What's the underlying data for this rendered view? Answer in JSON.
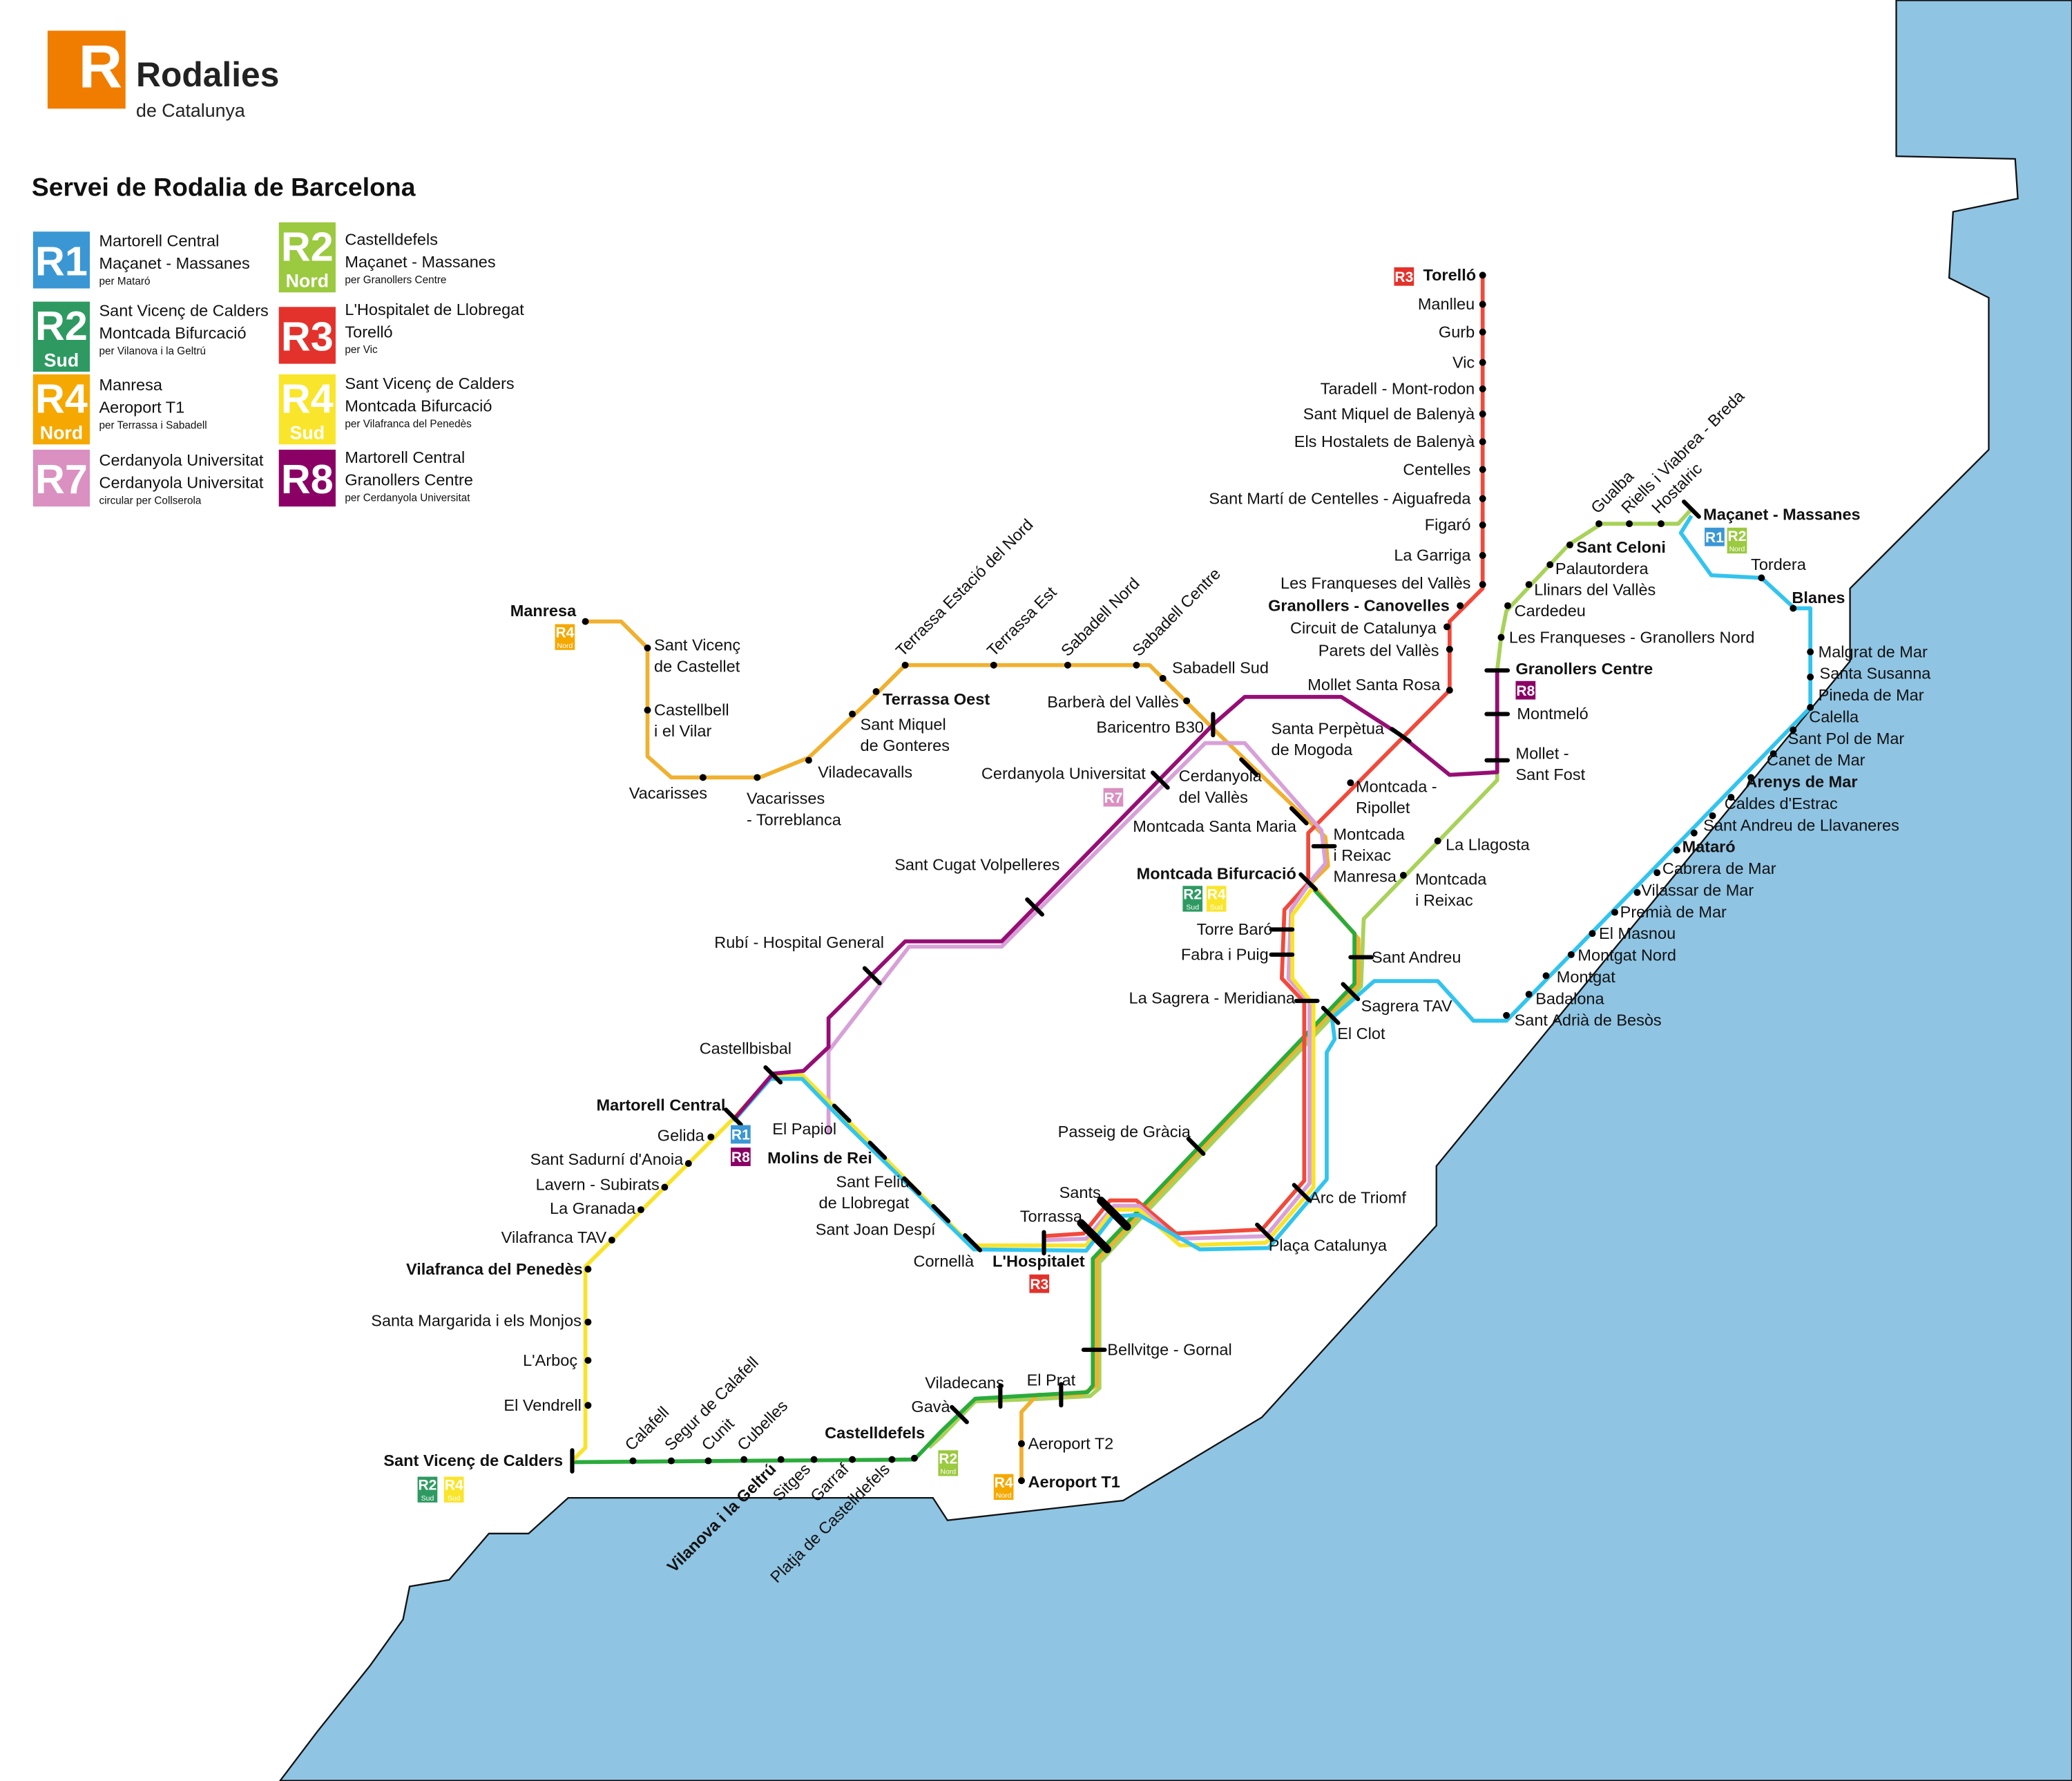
{
  "brand": {
    "logo_letter": "R",
    "name": "Rodalies",
    "sub": "de Catalunya",
    "color": "#f07d00"
  },
  "title": "Servei de Rodalia de Barcelona",
  "legend": [
    {
      "code": "R1",
      "sub": "",
      "color": "#3a97d4",
      "lines": [
        "Martorell Central",
        "Maçanet - Massanes"
      ],
      "via": "per Mataró"
    },
    {
      "code": "R2",
      "sub": "Sud",
      "color": "#2e9a62",
      "lines": [
        "Sant Vicenç de Calders",
        "Montcada Bifurcació"
      ],
      "via": "per Vilanova i la Geltrú"
    },
    {
      "code": "R4",
      "sub": "Nord",
      "color": "#f5a800",
      "lines": [
        "Manresa",
        "Aeroport T1"
      ],
      "via": "per Terrassa i Sabadell"
    },
    {
      "code": "R7",
      "sub": "",
      "color": "#da90c0",
      "lines": [
        "Cerdanyola Universitat",
        "Cerdanyola Universitat"
      ],
      "via": "circular per Collserola"
    },
    {
      "code": "R2",
      "sub": "Nord",
      "color": "#9bc93f",
      "lines": [
        "Castelldefels",
        "Maçanet - Massanes"
      ],
      "via": "per Granollers Centre"
    },
    {
      "code": "R3",
      "sub": "",
      "color": "#e3322b",
      "lines": [
        "L'Hospitalet de Llobregat",
        "Torelló"
      ],
      "via": "per Vic"
    },
    {
      "code": "R4",
      "sub": "Sud",
      "color": "#f9e52b",
      "lines": [
        "Sant Vicenç de Calders",
        "Montcada Bifurcació"
      ],
      "via": "per Vilafranca del Penedès"
    },
    {
      "code": "R8",
      "sub": "",
      "color": "#8b0065",
      "lines": [
        "Martorell Central",
        "Granollers Centre"
      ],
      "via": "per Cerdanyola Universitat"
    }
  ],
  "line_colors": {
    "R1": "#33c4ee",
    "R2S": "#2bab3c",
    "R2N": "#a8d25a",
    "R3": "#f04a3c",
    "R4N": "#f0b030",
    "R4S": "#f8e32c",
    "R7": "#d8a0d8",
    "R8": "#960e74",
    "sea": "#8fc4e3"
  },
  "badges": [
    {
      "code": "R3",
      "sub": "",
      "color": "#e3322b"
    },
    {
      "code": "R4",
      "sub": "Nord",
      "color": "#f5a800"
    },
    {
      "code": "R2",
      "sub": "Sud",
      "color": "#2e9a62"
    },
    {
      "code": "R4",
      "sub": "Sud",
      "color": "#f9e52b"
    },
    {
      "code": "R3",
      "sub": "",
      "color": "#e3322b"
    },
    {
      "code": "R4",
      "sub": "Nord",
      "color": "#f5a800"
    },
    {
      "code": "R1",
      "sub": "",
      "color": "#3a97d4"
    },
    {
      "code": "R8",
      "sub": "",
      "color": "#8b0065"
    },
    {
      "code": "R2",
      "sub": "Sud",
      "color": "#2e9a62"
    },
    {
      "code": "R4",
      "sub": "Sud",
      "color": "#f9e52b"
    },
    {
      "code": "R2",
      "sub": "Nord",
      "color": "#9bc93f"
    },
    {
      "code": "R7",
      "sub": "",
      "color": "#da90c0"
    },
    {
      "code": "R8",
      "sub": "",
      "color": "#8b0065"
    },
    {
      "code": "R1",
      "sub": "",
      "color": "#3a97d4"
    },
    {
      "code": "R2",
      "sub": "Nord",
      "color": "#9bc93f"
    }
  ],
  "stations": [
    {
      "label_lines": [
        "Torelló"
      ]
    },
    {
      "label_lines": [
        "Manlleu"
      ]
    },
    {
      "label_lines": [
        "Gurb"
      ]
    },
    {
      "label_lines": [
        "Vic"
      ]
    },
    {
      "label_lines": [
        "Taradell - Mont-rodon"
      ]
    },
    {
      "label_lines": [
        "Sant Miquel de Balenyà"
      ]
    },
    {
      "label_lines": [
        "Els Hostalets de Balenyà"
      ]
    },
    {
      "label_lines": [
        "Centelles"
      ]
    },
    {
      "label_lines": [
        "Sant Martí de Centelles - Aiguafreda"
      ]
    },
    {
      "label_lines": [
        "Figaró"
      ]
    },
    {
      "label_lines": [
        "La Garriga"
      ]
    },
    {
      "label_lines": [
        "Les Franqueses del Vallès"
      ]
    },
    {
      "label_lines": [
        "Granollers - Canovelles"
      ]
    },
    {
      "label_lines": [
        "Circuit de Catalunya"
      ]
    },
    {
      "label_lines": [
        "Parets del Vallès"
      ]
    },
    {
      "label_lines": [
        "Mollet Santa Rosa"
      ]
    },
    {
      "label_lines": [
        "Santa Perpètua",
        "de Mogoda"
      ]
    },
    {
      "label_lines": [
        "Montcada -",
        "Ripollet"
      ]
    },
    {
      "label_lines": [
        "Montcada",
        "i Reixac",
        "Manresa"
      ]
    },
    {
      "label_lines": [
        "Montcada Bifurcació"
      ]
    },
    {
      "label_lines": [
        "Torre Baró"
      ]
    },
    {
      "label_lines": [
        "Fabra i Puig"
      ]
    },
    {
      "label_lines": [
        "La Sagrera - Meridiana"
      ]
    },
    {
      "label_lines": [
        "Arc de Triomf"
      ]
    },
    {
      "label_lines": [
        "Plaça Catalunya"
      ]
    },
    {
      "label_lines": [
        "Sants"
      ]
    },
    {
      "label_lines": [
        "Torrassa"
      ]
    },
    {
      "label_lines": [
        "L'Hospitalet"
      ]
    },
    {
      "label_lines": [
        "Manresa"
      ]
    },
    {
      "label_lines": [
        "Sant Vicenç",
        "de Castellet"
      ]
    },
    {
      "label_lines": [
        "Castellbell",
        "i el Vilar"
      ]
    },
    {
      "label_lines": [
        "Vacarisses"
      ]
    },
    {
      "label_lines": [
        "Vacarisses",
        "- Torreblanca"
      ]
    },
    {
      "label_lines": [
        "Viladecavalls"
      ]
    },
    {
      "label_lines": [
        "Sant Miquel",
        "de Gonteres"
      ]
    },
    {
      "label_lines": [
        "Terrassa Oest"
      ]
    },
    {
      "label_lines": [
        "Terrassa Estació del Nord"
      ]
    },
    {
      "label_lines": [
        "Terrassa Est"
      ]
    },
    {
      "label_lines": [
        "Sabadell Nord"
      ]
    },
    {
      "label_lines": [
        "Sabadell Centre"
      ]
    },
    {
      "label_lines": [
        "Sabadell Sud"
      ]
    },
    {
      "label_lines": [
        "Barberà del Vallès"
      ]
    },
    {
      "label_lines": [
        "Baricentro B30"
      ]
    },
    {
      "label_lines": [
        "Cerdanyola",
        "del Vallès"
      ]
    },
    {
      "label_lines": [
        "Montcada Santa Maria"
      ]
    },
    {
      "label_lines": [
        "Sant Andreu"
      ]
    },
    {
      "label_lines": [
        "Sagrera TAV"
      ]
    },
    {
      "label_lines": [
        "El Clot"
      ]
    },
    {
      "label_lines": [
        "Passeig de Gràcia"
      ]
    },
    {
      "label_lines": [
        "Bellvitge - Gornal"
      ]
    },
    {
      "label_lines": [
        "El Prat"
      ]
    },
    {
      "label_lines": [
        "Aeroport T2"
      ]
    },
    {
      "label_lines": [
        "Aeroport T1"
      ]
    },
    {
      "label_lines": [
        "Castellbisbal"
      ]
    },
    {
      "label_lines": [
        "Martorell Central"
      ]
    },
    {
      "label_lines": [
        "Gelida"
      ]
    },
    {
      "label_lines": [
        "Sant Sadurní d'Anoia"
      ]
    },
    {
      "label_lines": [
        "Lavern - Subirats"
      ]
    },
    {
      "label_lines": [
        "La Granada"
      ]
    },
    {
      "label_lines": [
        "Vilafranca TAV"
      ]
    },
    {
      "label_lines": [
        "Vilafranca del Penedès"
      ]
    },
    {
      "label_lines": [
        "Santa Margarida i els Monjos"
      ]
    },
    {
      "label_lines": [
        "L'Arboç"
      ]
    },
    {
      "label_lines": [
        "El Vendrell"
      ]
    },
    {
      "label_lines": [
        "Sant Vicenç de Calders"
      ]
    },
    {
      "label_lines": [
        "Calafell"
      ]
    },
    {
      "label_lines": [
        "Segur de Calafell"
      ]
    },
    {
      "label_lines": [
        "Cunit"
      ]
    },
    {
      "label_lines": [
        "Cubelles"
      ]
    },
    {
      "label_lines": [
        "Vilanova i la Geltrú"
      ]
    },
    {
      "label_lines": [
        "Sitges"
      ]
    },
    {
      "label_lines": [
        "Garraf"
      ]
    },
    {
      "label_lines": [
        "Platja de Castelldefels"
      ]
    },
    {
      "label_lines": [
        "Castelldefels"
      ]
    },
    {
      "label_lines": [
        "Gavà"
      ]
    },
    {
      "label_lines": [
        "Viladecans"
      ]
    },
    {
      "label_lines": [
        "El Papiol"
      ]
    },
    {
      "label_lines": [
        "Molins de Rei"
      ]
    },
    {
      "label_lines": [
        "Sant Feliu",
        "de Llobregat"
      ]
    },
    {
      "label_lines": [
        "Sant Joan Despí"
      ]
    },
    {
      "label_lines": [
        "Cornellà"
      ]
    },
    {
      "label_lines": [
        "Rubí - Hospital General"
      ]
    },
    {
      "label_lines": [
        "Sant Cugat Volpelleres"
      ]
    },
    {
      "label_lines": [
        "Cerdanyola Universitat"
      ]
    },
    {
      "label_lines": [
        "Mollet -",
        "Sant Fost"
      ]
    },
    {
      "label_lines": [
        "Montmeló"
      ]
    },
    {
      "label_lines": [
        "Granollers Centre"
      ]
    },
    {
      "label_lines": [
        "La Llagosta"
      ]
    },
    {
      "label_lines": [
        "Montcada",
        "i Reixac"
      ]
    },
    {
      "label_lines": [
        "Les Franqueses - Granollers Nord"
      ]
    },
    {
      "label_lines": [
        "Cardedeu"
      ]
    },
    {
      "label_lines": [
        "Llinars del Vallès"
      ]
    },
    {
      "label_lines": [
        "Palautordera"
      ]
    },
    {
      "label_lines": [
        "Sant Celoni"
      ]
    },
    {
      "label_lines": [
        "Gualba"
      ]
    },
    {
      "label_lines": [
        "Riells i Viabrea - Breda"
      ]
    },
    {
      "label_lines": [
        "Hostalric"
      ]
    },
    {
      "label_lines": [
        "Maçanet - Massanes"
      ]
    },
    {
      "label_lines": [
        "Tordera"
      ]
    },
    {
      "label_lines": [
        "Blanes"
      ]
    },
    {
      "label_lines": [
        "Malgrat de Mar"
      ]
    },
    {
      "label_lines": [
        "Santa Susanna"
      ]
    },
    {
      "label_lines": [
        "Pineda de Mar"
      ]
    },
    {
      "label_lines": [
        "Calella"
      ]
    },
    {
      "label_lines": [
        "Sant Pol de Mar"
      ]
    },
    {
      "label_lines": [
        "Canet de Mar"
      ]
    },
    {
      "label_lines": [
        "Arenys de Mar"
      ]
    },
    {
      "label_lines": [
        "Caldes d'Estrac"
      ]
    },
    {
      "label_lines": [
        "Sant Andreu de Llavaneres"
      ]
    },
    {
      "label_lines": [
        "Mataró"
      ]
    },
    {
      "label_lines": [
        "Cabrera de Mar"
      ]
    },
    {
      "label_lines": [
        "Vilassar de Mar"
      ]
    },
    {
      "label_lines": [
        "Premià de Mar"
      ]
    },
    {
      "label_lines": [
        "El Masnou"
      ]
    },
    {
      "label_lines": [
        "Montgat Nord"
      ]
    },
    {
      "label_lines": [
        "Montgat"
      ]
    },
    {
      "label_lines": [
        "Badalona"
      ]
    },
    {
      "label_lines": [
        "Sant Adrià de Besòs"
      ]
    }
  ]
}
